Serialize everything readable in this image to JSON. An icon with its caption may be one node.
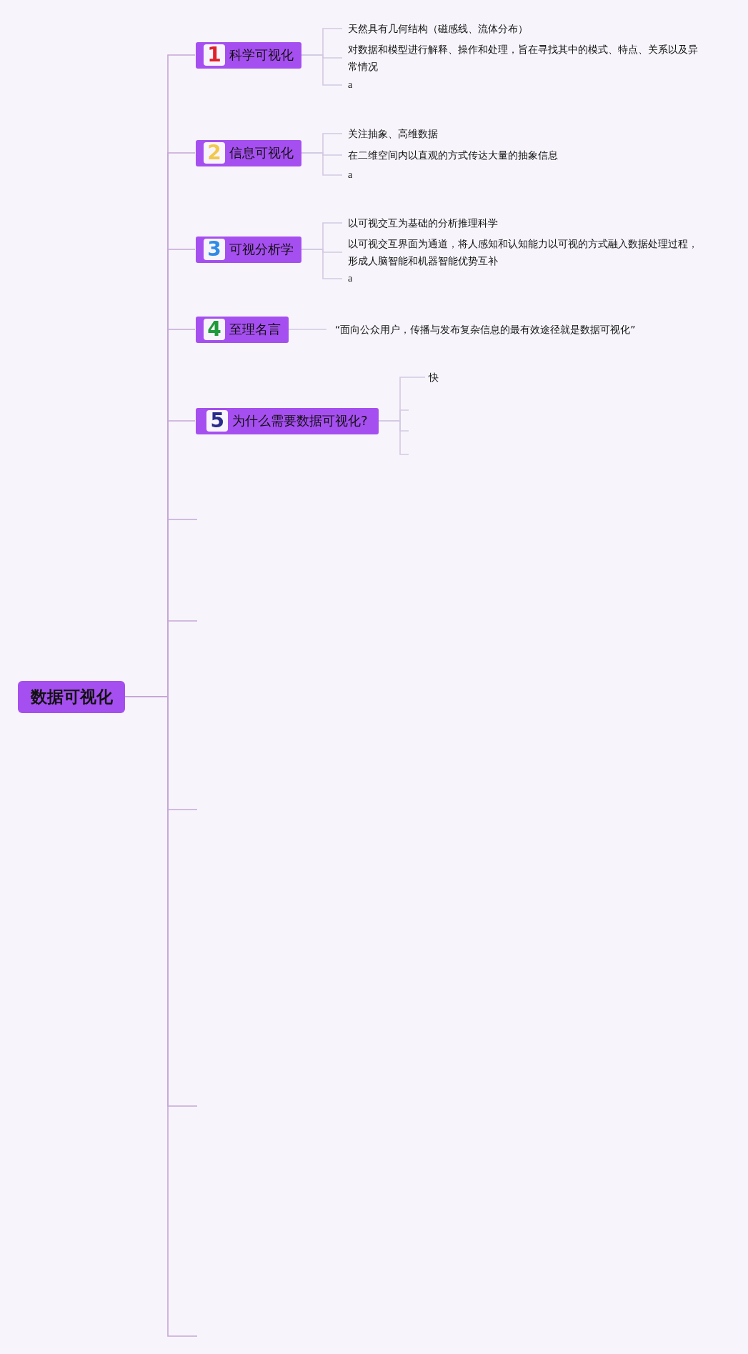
{
  "diagram": {
    "nodes": [
      {
        "text": [
          "数据可视化"
        ]
      },
      {
        "text": [
          "1",
          "科学可视化"
        ]
      },
      {
        "text": [
          "天然具有几何结构（磁感线、流体分布）"
        ]
      },
      {
        "text": [
          "对数据和模型进行解释、操作和处理，旨在寻找其中的模式、特点、关系以及异常情况"
        ]
      },
      {
        "text": [
          "a"
        ]
      },
      {
        "text": [
          "2",
          "信息可视化"
        ]
      },
      {
        "text": [
          "关注抽象、高维数据"
        ]
      },
      {
        "text": [
          "在二维空间内以直观的方式传达大量的抽象信息"
        ]
      },
      {
        "text": [
          "a"
        ]
      },
      {
        "text": [
          "3",
          "可视分析学"
        ]
      },
      {
        "text": [
          "以可视交互为基础的分析推理科学"
        ]
      },
      {
        "text": [
          "以可视交互界面为通道，将人感知和认知能力以可视的方式融入数据处理过程，形成人脑智能和机器智能优势互补"
        ]
      },
      {
        "text": [
          "a"
        ]
      },
      {
        "text": [
          "4",
          "至理名言"
        ]
      },
      {
        "text": [
          "“面向公众用户，传播与发布复杂信息的最有效途径就是数据可视化”"
        ]
      },
      {
        "text": [
          "5",
          "为什么需要数据可视化?"
        ]
      },
      {
        "text": [
          "快"
        ]
      }
    ],
    "edges": [
      {
        "from": 0,
        "to": 1,
        "arrow": "none"
      },
      {
        "from": 0,
        "to": 5,
        "arrow": "none"
      },
      {
        "from": 0,
        "to": 9,
        "arrow": "none"
      },
      {
        "from": 0,
        "to": 13,
        "arrow": "none"
      },
      {
        "from": 0,
        "to": 15,
        "arrow": "none"
      },
      {
        "from": 0,
        "to": null,
        "arrow": "none"
      },
      {
        "from": 0,
        "to": null,
        "arrow": "none"
      },
      {
        "from": 0,
        "to": null,
        "arrow": "none"
      },
      {
        "from": 0,
        "to": null,
        "arrow": "none"
      },
      {
        "from": 0,
        "to": null,
        "arrow": "none"
      },
      {
        "from": 1,
        "to": 2,
        "arrow": "none"
      },
      {
        "from": 1,
        "to": 3,
        "arrow": "none"
      },
      {
        "from": 1,
        "to": 4,
        "arrow": "none"
      },
      {
        "from": 5,
        "to": 6,
        "arrow": "none"
      },
      {
        "from": 5,
        "to": 7,
        "arrow": "none"
      },
      {
        "from": 5,
        "to": 8,
        "arrow": "none"
      },
      {
        "from": 9,
        "to": 10,
        "arrow": "none"
      },
      {
        "from": 9,
        "to": 11,
        "arrow": "none"
      },
      {
        "from": 9,
        "to": 12,
        "arrow": "none"
      },
      {
        "from": 13,
        "to": 14,
        "arrow": "none"
      },
      {
        "from": 15,
        "to": 16,
        "arrow": "none"
      },
      {
        "from": 15,
        "to": null,
        "arrow": "none"
      },
      {
        "from": 15,
        "to": null,
        "arrow": "none"
      },
      {
        "from": 15,
        "to": null,
        "arrow": "none"
      }
    ]
  }
}
